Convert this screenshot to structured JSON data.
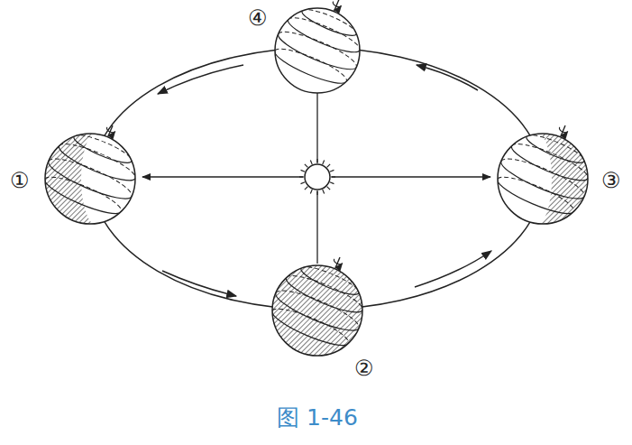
{
  "diagram": {
    "caption": "图 1-46",
    "labels": [
      "①",
      "②",
      "③",
      "④"
    ]
  }
}
